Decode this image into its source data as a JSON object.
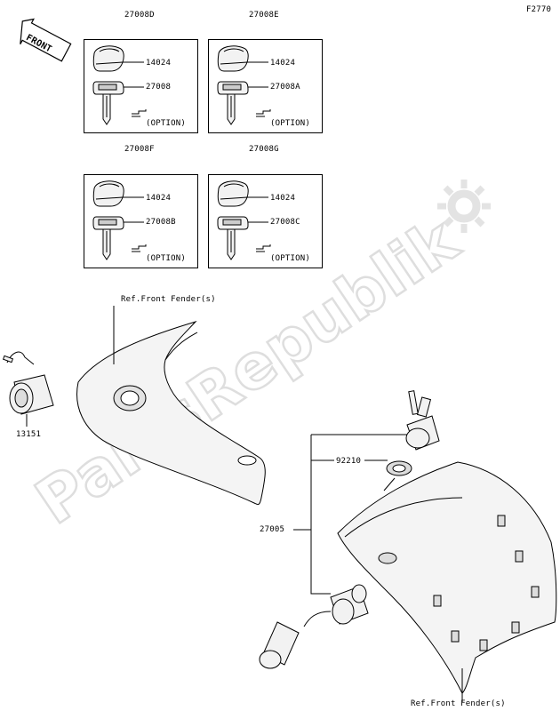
{
  "diagram_code": "F2770",
  "front_label": "FRONT",
  "watermark": "PartsRepublik",
  "key_sets": [
    {
      "set_code": "27008D",
      "cover_code": "14024",
      "key_code": "27008",
      "note": "(OPTION)"
    },
    {
      "set_code": "27008E",
      "cover_code": "14024",
      "key_code": "27008A",
      "note": "(OPTION)"
    },
    {
      "set_code": "27008F",
      "cover_code": "14024",
      "key_code": "27008B",
      "note": "(OPTION)"
    },
    {
      "set_code": "27008G",
      "cover_code": "14024",
      "key_code": "27008C",
      "note": "(OPTION)"
    }
  ],
  "parts": {
    "socket_code": "13151",
    "ref_front_fender_top": "Ref.Front Fender(s)",
    "ring_code": "92210",
    "switch_assy_code": "27005",
    "ref_front_fender_bottom": "Ref.Front Fender(s)"
  },
  "colors": {
    "line": "#000000",
    "part_fill": "#f2f2f2",
    "part_shade": "#d9d9d9",
    "watermark": "#e6e6e6"
  }
}
